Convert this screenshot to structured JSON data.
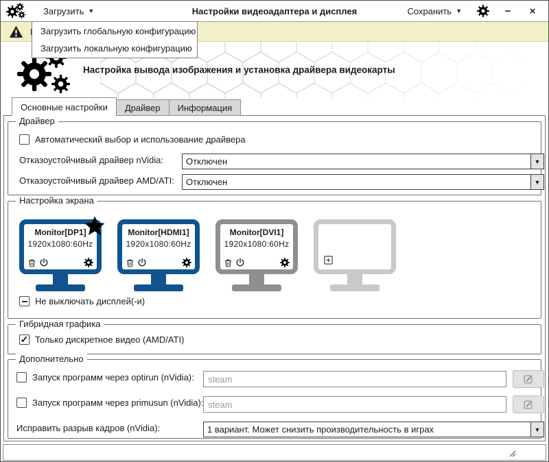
{
  "colors": {
    "accent_blue": "#10538f",
    "logo_blue": "#4a7aab",
    "warning_bg": "#f1f0c6",
    "star_gold": "#f2b31d",
    "inactive_monitor": "#8f8f8f",
    "empty_monitor": "#c9c9c9"
  },
  "icons": {
    "caret_down": "▼",
    "minimize": "−",
    "close": "×",
    "check_glyph": "✓"
  },
  "titlebar": {
    "load_menu": "Загрузить",
    "title": "Настройки видеоадаптера и дисплея",
    "save_menu": "Сохранить"
  },
  "load_dropdown": {
    "items": [
      {
        "label": "Загрузить глобальную конфигурацию"
      },
      {
        "label": "Загрузить локальную конфигурацию"
      }
    ]
  },
  "warning": {
    "visible_text": "В"
  },
  "header": {
    "title": "Настройка вывода изображения и установка драйвера видеокарты"
  },
  "tabs": [
    {
      "label": "Основные настройки",
      "active": true
    },
    {
      "label": "Драйвер",
      "active": false
    },
    {
      "label": "Информация",
      "active": false
    }
  ],
  "driver_group": {
    "legend": "Драйвер",
    "auto_checkbox_label": "Автоматический выбор и использование драйвера",
    "nvidia_label": "Отказоустойчивый драйвер nVidia:",
    "nvidia_value": "Отключен",
    "amd_label": "Отказоустойчивый драйвер AMD/ATI:",
    "amd_value": "Отключен"
  },
  "screen_group": {
    "legend": "Настройка экрана",
    "monitors": [
      {
        "name": "Monitor[DP1]",
        "resolution": "1920x1080:60Hz",
        "state": "active-primary"
      },
      {
        "name": "Monitor[HDMI1]",
        "resolution": "1920x1080:60Hz",
        "state": "active"
      },
      {
        "name": "Monitor[DVI1]",
        "resolution": "1920x1080:60Hz",
        "state": "inactive"
      },
      {
        "name": "",
        "resolution": "",
        "state": "empty"
      }
    ],
    "keep_on_label": "Не выключать дисплей(-и)"
  },
  "hybrid_group": {
    "legend": "Гибридная графика",
    "discrete_label": "Только дискретное видео (AMD/ATI)"
  },
  "extra_group": {
    "legend": "Дополнительно",
    "optirun_label": "Запуск программ через optirun (nVidia):",
    "optirun_value": "steam",
    "primusun_label": "Запуск программ через primusun (nVidia):",
    "primusun_value": "steam",
    "tearing_label": "Исправить разрыв кадров (nVidia):",
    "tearing_value": "1 вариант. Может снизить производительность в играх"
  }
}
